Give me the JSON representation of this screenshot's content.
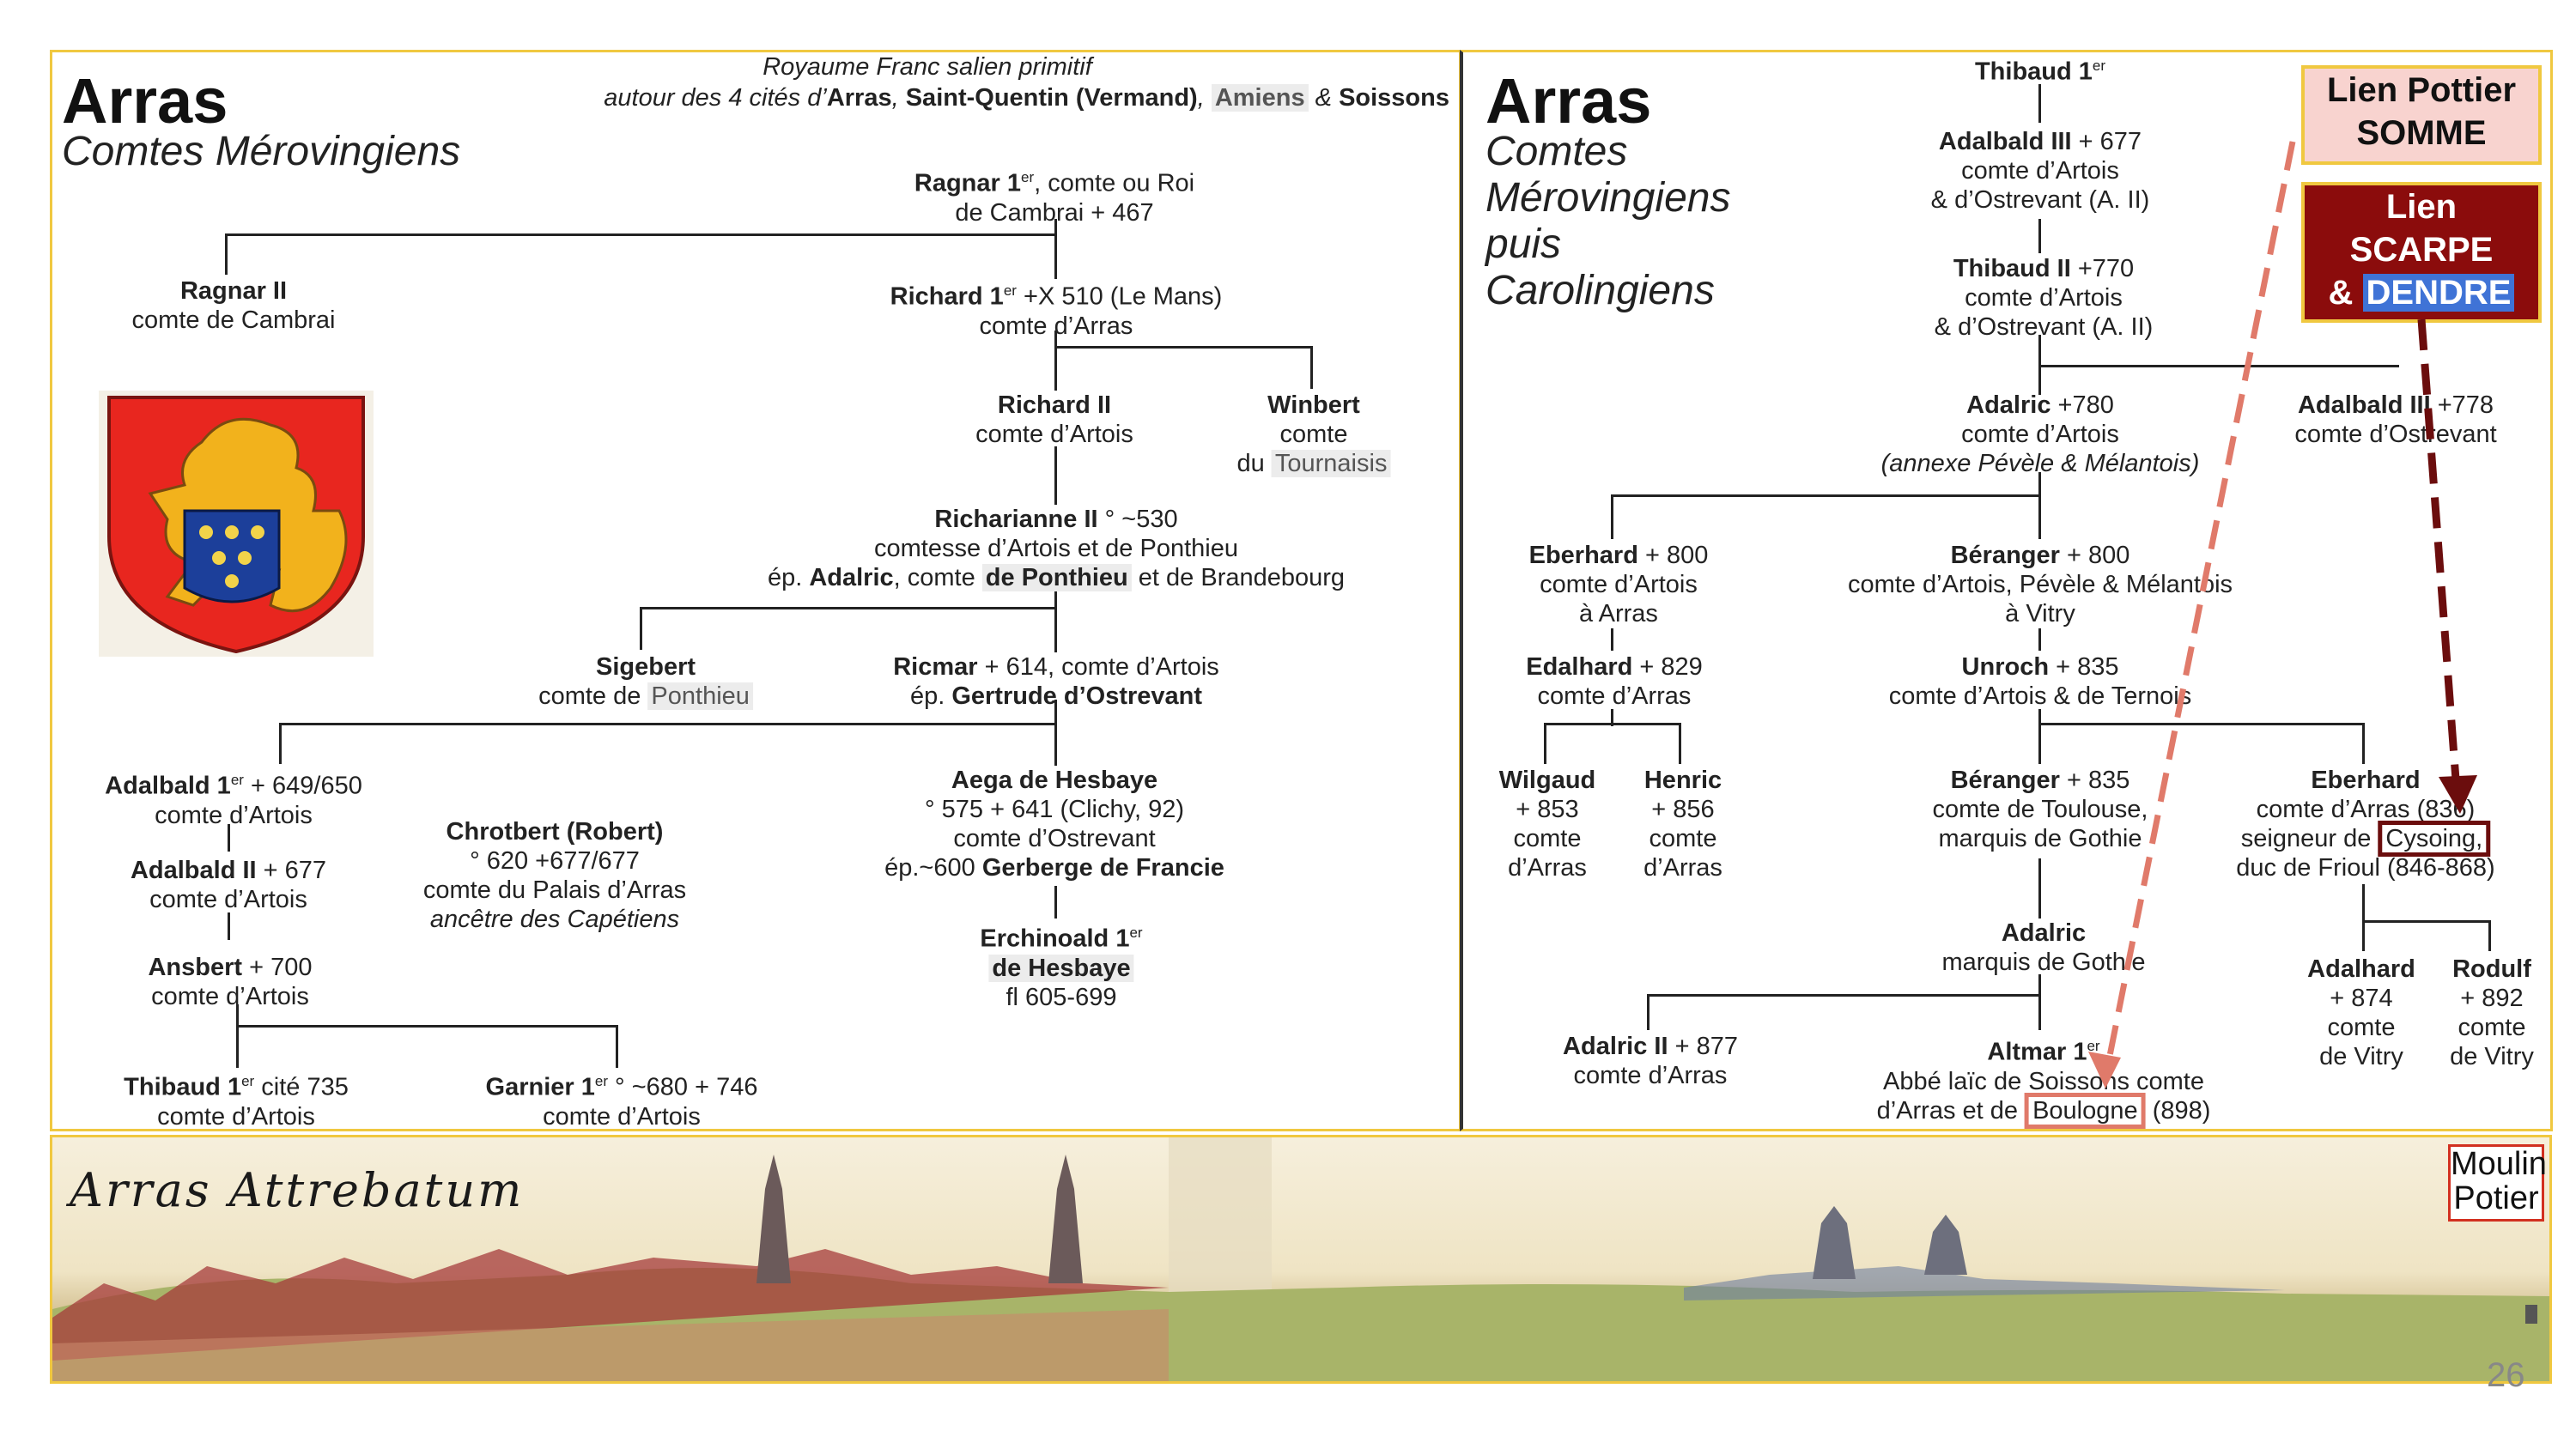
{
  "left": {
    "title": "Arras",
    "subtitle": "Comtes Mérovingiens",
    "header_line1": "Royaume Franc salien primitif",
    "header_line2_pre": "autour des 4 cités d’",
    "header_arras": "Arras",
    "header_sep1": ", ",
    "header_sq": "Saint-Quentin (Vermand)",
    "header_sep2": ", ",
    "header_amiens": "Amiens",
    "header_amp": " & ",
    "header_soissons": "Soissons",
    "ragnar1_name": "Ragnar 1",
    "ragnar1_sup": "er",
    "ragnar1_rest": ", comte ou Roi",
    "ragnar1_l2": "de Cambrai + 467",
    "ragnar2_name": "Ragnar II",
    "ragnar2_l2": "comte de Cambrai",
    "richard1_name": "Richard 1",
    "richard1_sup": "er",
    "richard1_rest": " +X 510 (Le Mans)",
    "richard1_l2": "comte d’Arras",
    "richard2_name": "Richard II",
    "richard2_l2": "comte d’Artois",
    "winbert_name": "Winbert",
    "winbert_l2": "comte",
    "winbert_l3a": "du ",
    "winbert_l3b": "Tournaisis",
    "richarianne_name": "Richarianne II",
    "richarianne_rest": " ° ~530",
    "richarianne_l2": "comtesse d’Artois et de Ponthieu",
    "richarianne_l3a": "ép. ",
    "richarianne_l3b": "Adalric",
    "richarianne_l3c": ", comte ",
    "richarianne_l3d": "de Ponthieu",
    "richarianne_l3e": " et de Brandebourg",
    "sigebert_name": "Sigebert",
    "sigebert_l2a": "comte de ",
    "sigebert_l2b": "Ponthieu",
    "ricmar_name": "Ricmar",
    "ricmar_rest": " + 614, comte d’Artois",
    "ricmar_l2a": "ép. ",
    "ricmar_l2b": "Gertrude d’Ostrevant",
    "adalbald1_name": "Adalbald 1",
    "adalbald1_sup": "er",
    "adalbald1_rest": " + 649/650",
    "adalbald1_l2": "comte d’Artois",
    "adalbald2_name": "Adalbald II",
    "adalbald2_rest": " + 677",
    "adalbald2_l2": "comte d’Artois",
    "ansbert_name": "Ansbert",
    "ansbert_rest": " + 700",
    "ansbert_l2": "comte d’Artois",
    "chrotbert_name": "Chrotbert (Robert)",
    "chrotbert_l2": "° 620 +677/677",
    "chrotbert_l3": "comte du Palais d’Arras",
    "chrotbert_l4": "ancêtre des Capétiens",
    "aega_name": "Aega de Hesbaye",
    "aega_l2": "° 575 + 641 (Clichy, 92)",
    "aega_l3": "comte d’Ostrevant",
    "aega_l4a": "ép.~600 ",
    "aega_l4b": "Gerberge de Francie",
    "erchinoald_name": "Erchinoald 1",
    "erchinoald_sup": "er",
    "erchinoald_l2": "de Hesbaye",
    "erchinoald_l3": "fl 605-699",
    "thibaud1_name": "Thibaud 1",
    "thibaud1_sup": "er",
    "thibaud1_rest": " cité 735",
    "thibaud1_l2": "comte d’Artois",
    "garnier_name": "Garnier 1",
    "garnier_sup": "er",
    "garnier_rest": " ° ~680 + 746",
    "garnier_l2": "comte d’Artois"
  },
  "right": {
    "title": "Arras",
    "subtitle_l1": "Comtes",
    "subtitle_l2": "Mérovingiens",
    "subtitle_l3": "puis",
    "subtitle_l4": "Carolingiens",
    "thibaud1_name": "Thibaud 1",
    "thibaud1_sup": "er",
    "adalbald3_name": "Adalbald III",
    "adalbald3_rest": " + 677",
    "adalbald3_l2": "comte d’Artois",
    "adalbald3_l3": "& d’Ostrevant (A. II)",
    "thibaud2_name": "Thibaud II",
    "thibaud2_rest": " +770",
    "thibaud2_l2": "comte d’Artois",
    "thibaud2_l3": "& d’Ostrevant (A. II)",
    "adalric_name": "Adalric",
    "adalric_rest": " +780",
    "adalric_l2": "comte d’Artois",
    "adalric_l3": "(annexe Pévèle & Mélantois)",
    "adalbald3b_name": "Adalbald III",
    "adalbald3b_rest": " +778",
    "adalbald3b_l2": "comte d’Ostrevant",
    "eberhard800_name": "Eberhard",
    "eberhard800_rest": " + 800",
    "eberhard800_l2": "comte d’Artois",
    "eberhard800_l3": "à Arras",
    "beranger800_name": "Béranger",
    "beranger800_rest": " + 800",
    "beranger800_l2": "comte d’Artois, Pévèle & Mélantois",
    "beranger800_l3": "à Vitry",
    "edalhard_name": "Edalhard",
    "edalhard_rest": " + 829",
    "edalhard_l2": "comte d’Arras",
    "unroch_name": "Unroch",
    "unroch_rest": " + 835",
    "unroch_l2": "comte d’Artois & de Ternois",
    "wilgaud_name": "Wilgaud",
    "wilgaud_l2": "+ 853",
    "wilgaud_l3": "comte",
    "wilgaud_l4": "d’Arras",
    "henric_name": "Henric",
    "henric_l2": "+ 856",
    "henric_l3": "comte",
    "henric_l4": "d’Arras",
    "beranger835_name": "Béranger",
    "beranger835_rest": " + 835",
    "beranger835_l2": "comte de Toulouse,",
    "beranger835_l3": "marquis de Gothie",
    "eberhard_name": "Eberhard",
    "eberhard_l2": "comte d’Arras (836)",
    "eberhard_l3a": "seigneur de ",
    "eberhard_l3b": "Cysoing,",
    "eberhard_l4": "duc de Frioul (846-868)",
    "adalric_g_name": "Adalric",
    "adalric_g_l2": "marquis de Gothie",
    "adalhard_name": "Adalhard",
    "adalhard_l2": "+ 874",
    "adalhard_l3": "comte",
    "adalhard_l4": "de Vitry",
    "rodulf_name": "Rodulf",
    "rodulf_l2": "+ 892",
    "rodulf_l3": "comte",
    "rodulf_l4": "de Vitry",
    "adalric2_name": "Adalric II",
    "adalric2_rest": " + 877",
    "adalric2_l2": "comte d’Arras",
    "altmar_name": "Altmar 1",
    "altmar_sup": "er",
    "altmar_l2": "Abbé laïc de Soissons comte",
    "altmar_l3a": "d’Arras et de ",
    "altmar_l3b": "Boulogne",
    "altmar_l3c": " (898)"
  },
  "callouts": {
    "somme_l1": "Lien Pottier",
    "somme_l2": "SOMME",
    "scarpe_l1": "Lien",
    "scarpe_l2": "SCARPE",
    "scarpe_l3a": "& ",
    "scarpe_l3b": "DENDRE",
    "moulin_l1": "Moulin",
    "moulin_l2": "Potier"
  },
  "panorama": {
    "caption": "Arras Attrebatum"
  },
  "page_number": "26"
}
